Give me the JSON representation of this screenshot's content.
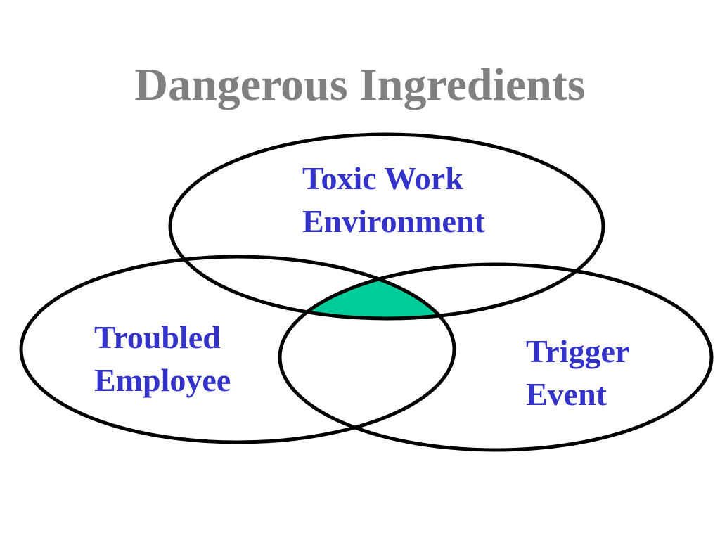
{
  "title": "Dangerous Ingredients",
  "colors": {
    "title": "#808080",
    "label": "#3333cc",
    "outline": "#000000",
    "overlap_fill": "#00cc99"
  },
  "circles": {
    "toxic_work_environment": {
      "line1": "Toxic Work",
      "line2": "Environment"
    },
    "troubled_employee": {
      "line1": "Troubled",
      "line2": "Employee"
    },
    "trigger_event": {
      "line1": "Trigger",
      "line2": "Event"
    }
  }
}
